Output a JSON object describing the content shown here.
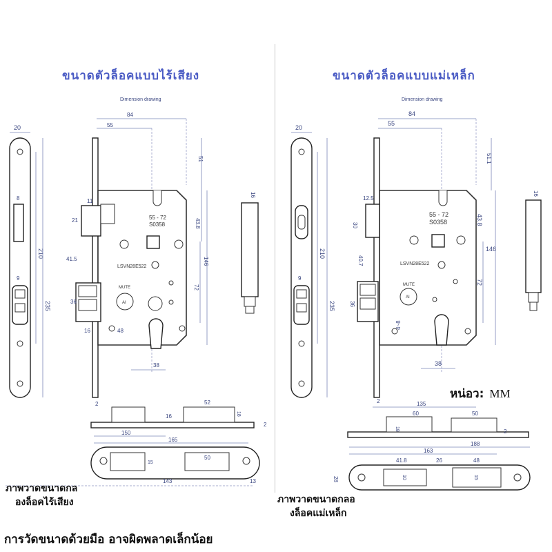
{
  "titles": {
    "left": "ขนาดตัวล็อคแบบไร้เสียง",
    "right": "ขนาดตัวล็อคแบบแม่เหล็ก"
  },
  "subtitles": {
    "left": "Dimension drawing",
    "right": "Dimension drawing"
  },
  "inscriptions": {
    "model_range": "55 - 72",
    "model_code": "S0358",
    "serial": "LSVN28E522",
    "badge": "MUTE",
    "ai": "AI"
  },
  "left_drawing": {
    "dims": {
      "width": "84",
      "backset": "55",
      "faceplate_width": "20",
      "top": "51",
      "latch_height": "11",
      "latch_len": "21",
      "upper_vert": "43.8",
      "body_vert": "146",
      "lower_vert": "72",
      "latch_pos": "41.5",
      "deadbolt": "36",
      "bolt_w": "16",
      "cyl_h": "48",
      "cyl_w": "38",
      "slot_w": "8",
      "hole_spacing": "210",
      "face_len": "235",
      "button_w": "9",
      "side_w": "16",
      "bottom_edge": "2",
      "plate_52": "52",
      "plate_16": "16",
      "plate_18": "18",
      "strike_150": "150",
      "strike_165": "165",
      "strike_50": "50",
      "strike_15": "15",
      "strike_143": "143",
      "strike_13": "13",
      "strike_2": "2"
    }
  },
  "right_drawing": {
    "dims": {
      "width": "84",
      "backset": "55",
      "faceplate_width": "20",
      "top": "51.1",
      "latch_height": "12.5",
      "latch_len": "30",
      "upper_vert": "43.8",
      "body_vert": "146",
      "lower_vert": "72",
      "latch_pos": "40.7",
      "deadbolt": "36",
      "cyl_h": "4~8",
      "cyl_w": "38",
      "hole_spacing": "210",
      "face_len": "235",
      "button_w": "9",
      "side_w": "16",
      "bottom_edge": "2",
      "plate_135": "135",
      "plate_60": "60",
      "plate_50": "50",
      "plate_18": "18",
      "plate_2": "2",
      "strike_188": "188",
      "strike_163": "163",
      "strike_41": "41.8",
      "strike_26": "26",
      "strike_48": "48",
      "strike_10": "10",
      "strike_15": "15",
      "strike_28": "28"
    }
  },
  "captions": {
    "left_line1": "ภาพวาดขนาดกล",
    "left_line2": "องล็อคไร้เสียง",
    "right_line1": "ภาพวาดขนาดกลอ",
    "right_line2": "งล็อคแม่เหล็ก"
  },
  "unit_label": "หน่อว:",
  "unit_value": "MM",
  "footer": "การวัดขนาดด้วยมือ อาจผิดพลาดเล็กน้อย",
  "colors": {
    "title": "#4a5bc4",
    "dimension": "#3a4680",
    "outline": "#333333",
    "text": "#111111"
  }
}
